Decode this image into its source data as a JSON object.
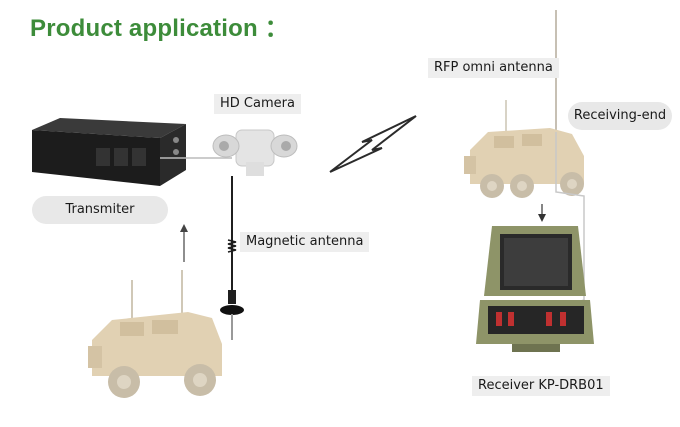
{
  "title": "Product application ：",
  "labels": {
    "hd_camera": "HD Camera",
    "transmitter": "Transmiter",
    "magnetic_antenna": "Magnetic antenna",
    "rfp_antenna": "RFP omni antenna",
    "receiving_end": "Receiving-end",
    "receiver": "Receiver  KP-DRB01"
  },
  "colors": {
    "title": "#3d8c3a",
    "vehicle": "#dcc9a6",
    "receiver_case": "#8e9468",
    "transmitter_box": "#1c1c1c"
  },
  "icons": [
    "transmitter-box-icon",
    "camera-icon",
    "vehicle-icon",
    "lightning-icon",
    "receiver-case-icon",
    "antenna-icon"
  ]
}
